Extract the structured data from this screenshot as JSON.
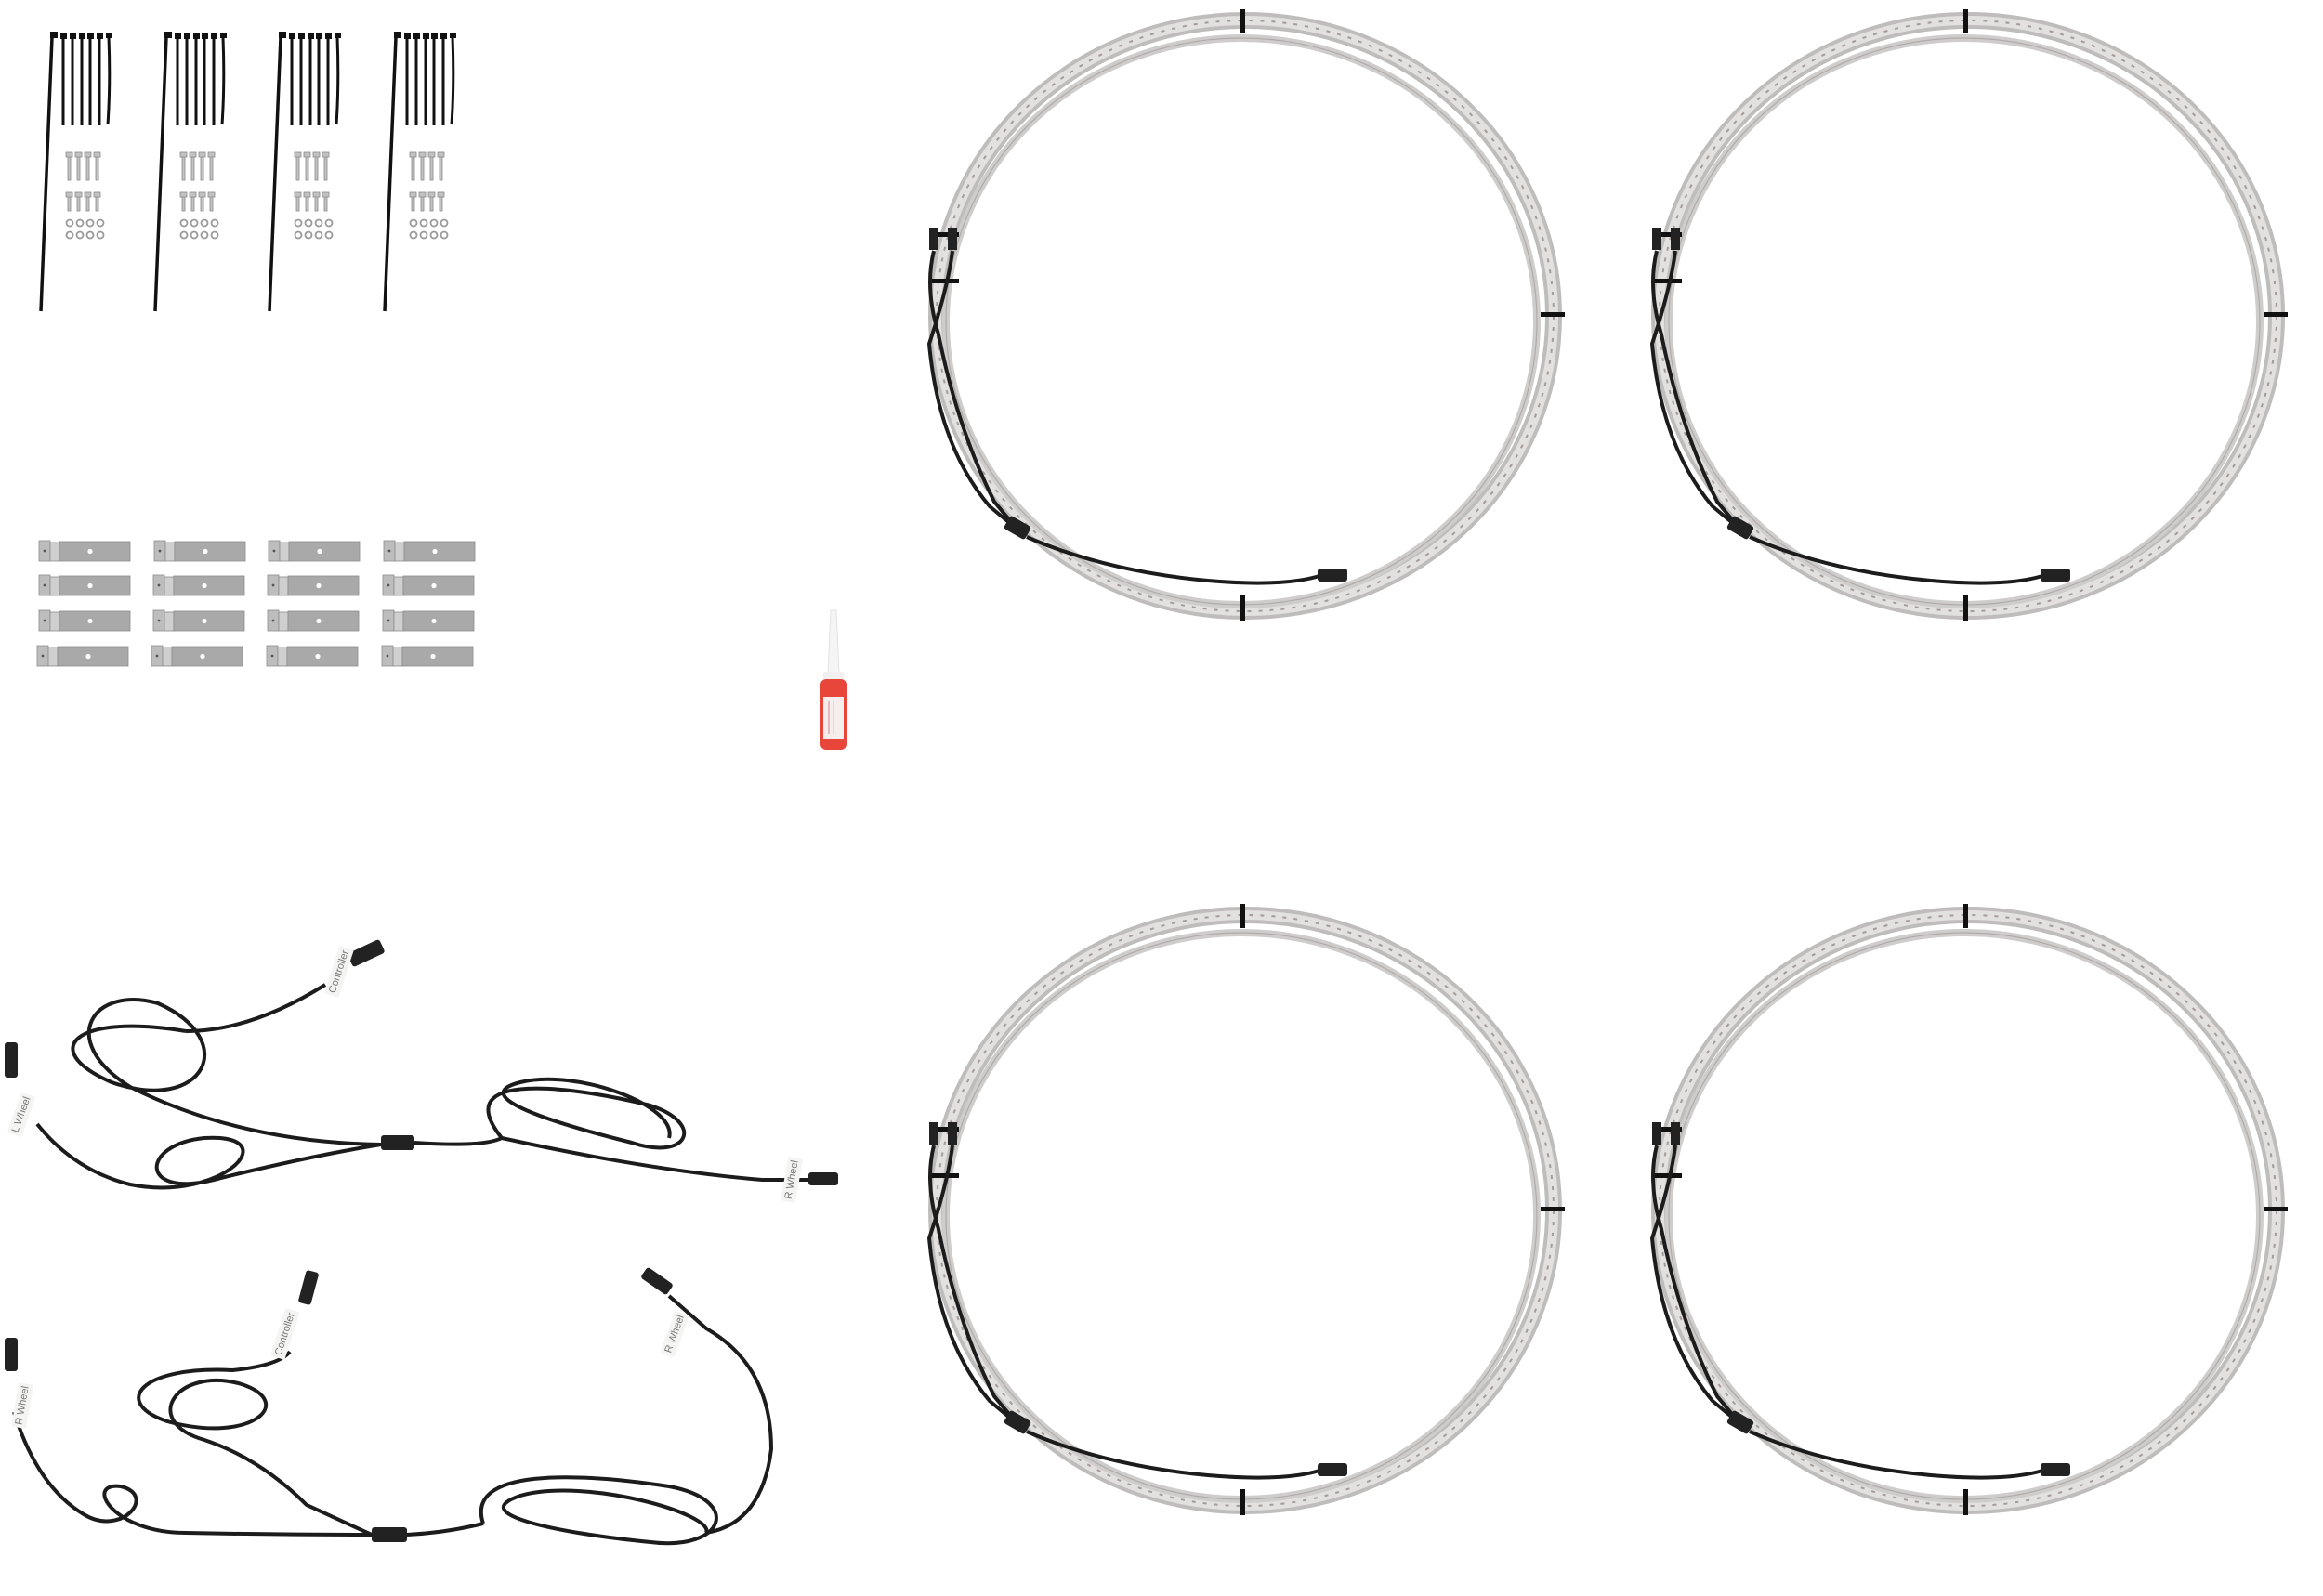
{
  "scene": {
    "type": "product-flat-lay",
    "background": "#ffffff",
    "subject": "LED wheel ring light kit components"
  },
  "hardware_groups": [
    {
      "id": 1,
      "cable_ties_short": 6,
      "cable_ties_long": 1,
      "screws_long": 4,
      "screws_short": 4,
      "nuts": 8
    },
    {
      "id": 2,
      "cable_ties_short": 6,
      "cable_ties_long": 1,
      "screws_long": 4,
      "screws_short": 4,
      "nuts": 8
    },
    {
      "id": 3,
      "cable_ties_short": 6,
      "cable_ties_long": 1,
      "screws_long": 4,
      "screws_short": 4,
      "nuts": 8
    },
    {
      "id": 4,
      "cable_ties_short": 6,
      "cable_ties_long": 1,
      "screws_long": 4,
      "screws_short": 4,
      "nuts": 8
    }
  ],
  "brackets": {
    "columns": 4,
    "rows": 4,
    "color": "#a9a9a9"
  },
  "thread_locker": {
    "color": "#e8463a",
    "cap_color": "#f5f5f5"
  },
  "light_rings": [
    {
      "id": "ring-top-left"
    },
    {
      "id": "ring-top-right"
    },
    {
      "id": "ring-bottom-left"
    },
    {
      "id": "ring-bottom-right"
    }
  ],
  "harnesses": [
    {
      "id": "harness-1",
      "labels": {
        "a": "Controller",
        "b": "L Wheel",
        "c": "R Wheel"
      }
    },
    {
      "id": "harness-2",
      "labels": {
        "a": "Controller",
        "b": "R Wheel",
        "c": "R Wheel"
      }
    }
  ],
  "colors": {
    "cable": "#1c1c1c",
    "ring_outer": "#b8b6b4",
    "ring_inner": "#d9d7d5",
    "ring_led": "#8a7f7a",
    "bracket": "#a9a9a9",
    "bracket_dark": "#8c8c8c",
    "screw": "#b5b5b5"
  }
}
